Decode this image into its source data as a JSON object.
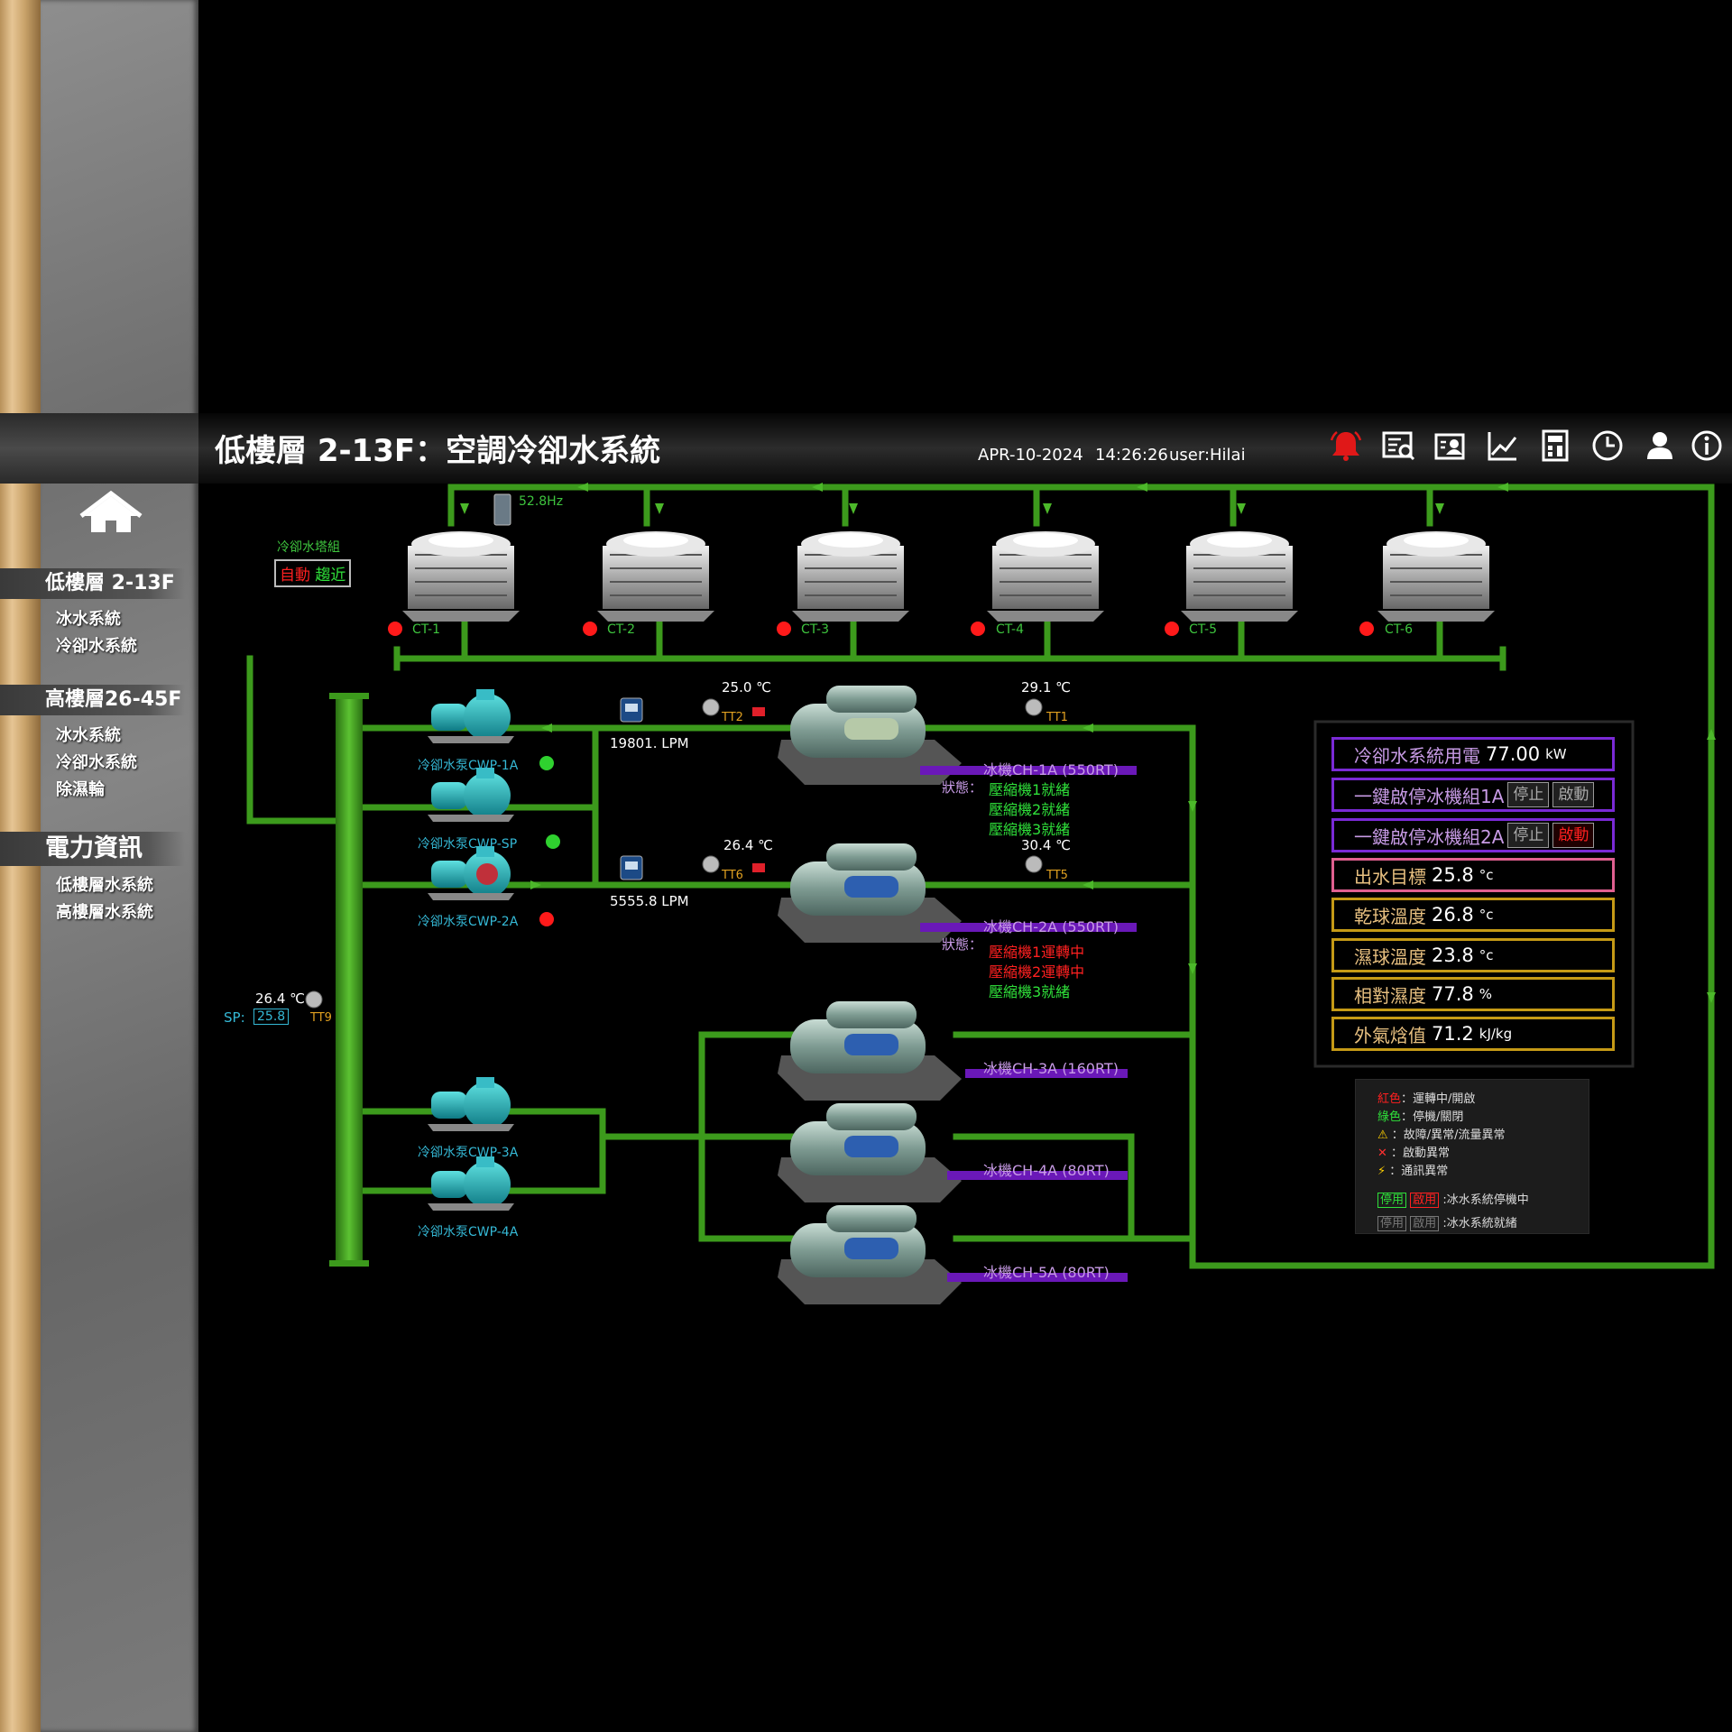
{
  "header": {
    "title": "低樓層 2-13F：空調冷卻水系統",
    "date": "APR-10-2024",
    "time": "14:26:26",
    "user": "user:Hilai"
  },
  "toolbar": {
    "icons": [
      "alarm-bell-icon",
      "report-search-icon",
      "report-user-icon",
      "trend-chart-icon",
      "document-calc-icon",
      "clock-icon",
      "user-icon",
      "info-icon"
    ]
  },
  "sidebar": {
    "sections": [
      {
        "label": "低樓層  2-13F",
        "items": [
          "冰水系統",
          "冷卻水系統"
        ]
      },
      {
        "label": "高樓層26-45F",
        "items": [
          "冰水系統",
          "冷卻水系統",
          "除濕輪"
        ]
      },
      {
        "label": "電力資訊",
        "items": [
          "低樓層水系統",
          "高樓層水系統"
        ]
      }
    ]
  },
  "tower_group": {
    "title": "冷卻水塔組",
    "mode_auto": "自動",
    "mode_approach": "趨近",
    "freq": "52.8Hz",
    "towers": [
      "CT-1",
      "CT-2",
      "CT-3",
      "CT-4",
      "CT-5",
      "CT-6"
    ]
  },
  "pumps": [
    {
      "label": "冷卻水泵CWP-1A",
      "status": "green"
    },
    {
      "label": "冷卻水泵CWP-SP",
      "status": "green"
    },
    {
      "label": "冷卻水泵CWP-2A",
      "status": "red"
    },
    {
      "label": "冷卻水泵CWP-3A",
      "status": ""
    },
    {
      "label": "冷卻水泵CWP-4A",
      "status": ""
    }
  ],
  "sensors": {
    "tt2": {
      "value": "25.0 ℃",
      "tag": "TT2"
    },
    "tt1": {
      "value": "29.1 ℃",
      "tag": "TT1"
    },
    "tt6": {
      "value": "26.4 ℃",
      "tag": "TT6"
    },
    "tt5": {
      "value": "30.4 ℃",
      "tag": "TT5"
    },
    "tt9": {
      "value": "26.4 ℃",
      "tag": "TT9",
      "sp_label": "SP:",
      "sp_value": "25.8"
    },
    "flow1": "19801. LPM",
    "flow2": "5555.8 LPM"
  },
  "chillers": [
    {
      "label": "冰機CH-1A (550RT)",
      "status_label": "狀態：",
      "status": [
        {
          "text": "壓縮機1就緒",
          "color": "green"
        },
        {
          "text": "壓縮機2就緒",
          "color": "green"
        },
        {
          "text": "壓縮機3就緒",
          "color": "green"
        }
      ]
    },
    {
      "label": "冰機CH-2A (550RT)",
      "status_label": "狀態：",
      "status": [
        {
          "text": "壓縮機1運轉中",
          "color": "red"
        },
        {
          "text": "壓縮機2運轉中",
          "color": "red"
        },
        {
          "text": "壓縮機3就緒",
          "color": "green"
        }
      ]
    },
    {
      "label": "冰機CH-3A (160RT)"
    },
    {
      "label": "冰機CH-4A (80RT)"
    },
    {
      "label": "冰機CH-5A (80RT)"
    }
  ],
  "panel": {
    "power": {
      "label": "冷卻水系統用電",
      "value": "77.00",
      "unit": "kW"
    },
    "oneclick_1a": {
      "label": "一鍵啟停冰機組1A",
      "stop": "停止",
      "start": "啟動"
    },
    "oneclick_2a": {
      "label": "一鍵啟停冰機組2A",
      "stop": "停止",
      "start": "啟動"
    },
    "rows": [
      {
        "label": "出水目標",
        "value": "25.8",
        "unit": "°c"
      },
      {
        "label": "乾球溫度",
        "value": "26.8",
        "unit": "°c"
      },
      {
        "label": "濕球溫度",
        "value": "23.8",
        "unit": "°c"
      },
      {
        "label": "相對濕度",
        "value": "77.8",
        "unit": "%"
      },
      {
        "label": "外氣焓值",
        "value": "71.2",
        "unit": "kJ/kg"
      }
    ]
  },
  "legend": {
    "red_word": "紅色",
    "red_desc": "：運轉中/開啟",
    "green_word": "綠色",
    "green_desc": "：停機/關閉",
    "warn_desc": "：故障/異常/流量異常",
    "start_fail_desc": "：啟動異常",
    "comm_fail_desc": "：通訊異常",
    "btn_disable": "停用",
    "btn_enable": "啟用",
    "stopped_desc": ":冰水系統停機中",
    "ready_desc": ":冰水系統就緒"
  },
  "colors": {
    "pipe": "#3c9a1c",
    "pipe_dark": "#2a7012",
    "alarm_red": "#ff1a1a",
    "panel_purple": "#7a2ad6",
    "panel_pink": "#e06090",
    "panel_gold": "#c59a16"
  }
}
